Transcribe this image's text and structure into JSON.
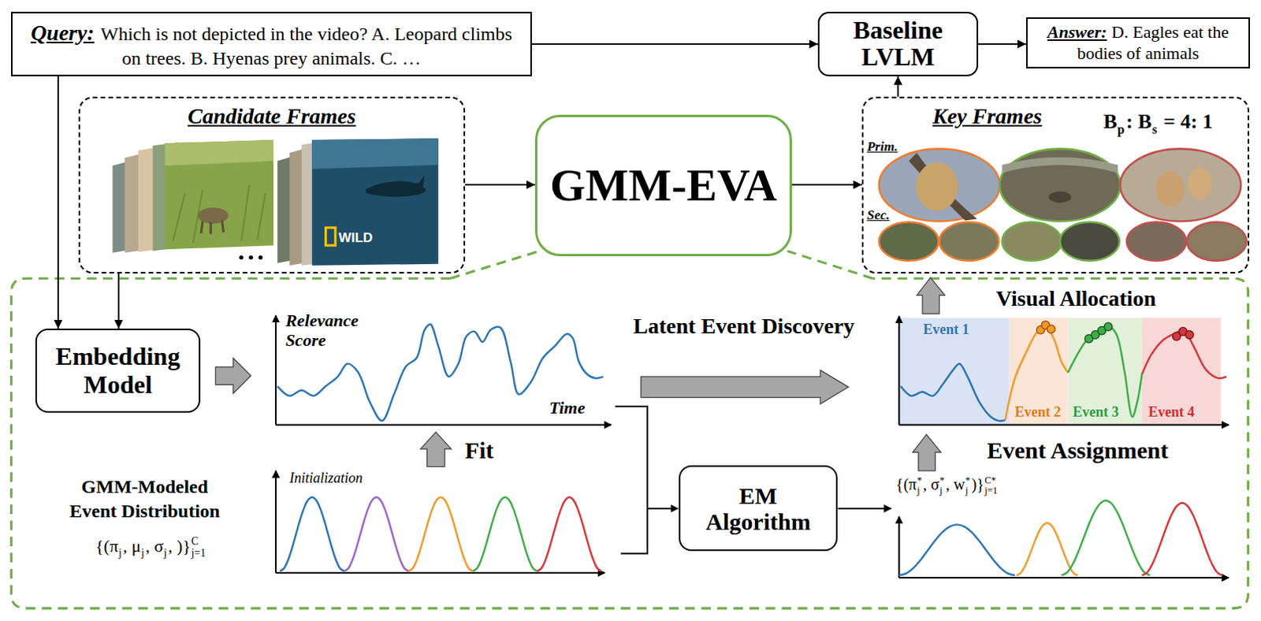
{
  "diagram": {
    "nodes": [
      {
        "text": [
          "Query:",
          "Which is not depicted in the video? A. Leopard climbs on trees. B. Hyenas prey animals. C. …"
        ]
      },
      {
        "text": [
          "Baseline LVLM"
        ]
      },
      {
        "text": [
          "Answer:",
          "D. Eagles eat the bodies of animals"
        ]
      },
      {
        "text": [
          "Candidate Frames"
        ]
      },
      {
        "text": [
          "GMM-EVA"
        ]
      },
      {
        "text": [
          "Key Frames"
        ]
      },
      {
        "text": [
          "Embedding Model"
        ]
      },
      {
        "text": [
          "EM Algorithm"
        ]
      }
    ],
    "edges": [
      {
        "from": 0,
        "to": 1,
        "arrow": "to"
      },
      {
        "from": 1,
        "to": 2,
        "arrow": "to"
      },
      {
        "from": 3,
        "to": 4,
        "arrow": "to"
      },
      {
        "from": 4,
        "to": 5,
        "arrow": "to"
      },
      {
        "from": 5,
        "to": 1,
        "arrow": "to"
      },
      {
        "from": 0,
        "to": 6,
        "arrow": "to"
      },
      {
        "from": 3,
        "to": 6,
        "arrow": "to"
      }
    ],
    "labels": [
      "WILD",
      "Prim.",
      "Sec.",
      "B",
      "p",
      ": B",
      "s",
      " = 4: 1",
      "Relevance Score",
      "Time",
      "Fit",
      "Initialization",
      "GMM-Modeled Event Distribution",
      "{(π",
      "j",
      ", μ",
      "j",
      ", σ",
      "j",
      ", )}",
      "C",
      "j=1",
      "Latent Event Discovery",
      "Visual Allocation",
      "Event 1",
      "Event 2",
      "Event 3",
      "Event 4",
      "Event Assignment",
      "{(π",
      "*",
      "j",
      ", σ",
      "*",
      "j",
      ", w",
      "*",
      "j",
      ")}",
      "C*",
      "j=1"
    ]
  }
}
